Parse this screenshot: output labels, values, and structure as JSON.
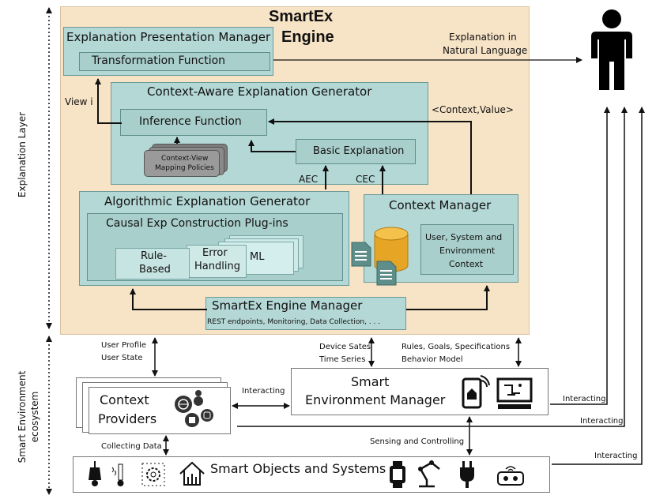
{
  "engine": {
    "title_line1": "SmartEx",
    "title_line2": "Engine"
  },
  "presentation_manager": {
    "title": "Explanation Presentation Manager",
    "transformation": "Transformation Function"
  },
  "explanation_generator": {
    "title": "Context-Aware Explanation Generator",
    "inference": "Inference Function",
    "policies_line1": "Context-View",
    "policies_line2": "Mapping Policies",
    "basic": "Basic Explanation"
  },
  "algorithmic_generator": {
    "title": "Algorithmic Explanation Generator",
    "causal": "Causal Exp Construction Plug-ins",
    "rule_line1": "Rule-",
    "rule_line2": "Based",
    "error_line1": "Error",
    "error_line2": "Handling",
    "ml": "ML"
  },
  "context_manager": {
    "title": "Context Manager",
    "ctx_line1": "User,  System and",
    "ctx_line2": "Environment",
    "ctx_line3": "Context"
  },
  "engine_manager": {
    "title": "SmartEx Engine Manager",
    "subtitle": "REST endpoints, Monitoring, Data Collection, . . ."
  },
  "labels": {
    "explanation_layer": "Explanation Layer",
    "ecosystem_line1": "Smart Environment",
    "ecosystem_line2": "ecosystem",
    "view_i": "View i",
    "aec": "AEC",
    "cec": "CEC",
    "context_value": "<Context,Value>",
    "explanation_nl_line1": "Explanation in",
    "explanation_nl_line2": "Natural Language",
    "user_profile": "User Profile",
    "user_state": "User State",
    "device_states": "Device Sates",
    "time_series": "Time Series",
    "rules_goals": "Rules, Goals, Specifications",
    "behavior_model": "Behavior Model",
    "interacting": "Interacting",
    "collecting_data": "Collecting Data",
    "sensing_controlling": "Sensing and Controlling"
  },
  "context_providers": {
    "line1": "Context",
    "line2": "Providers"
  },
  "environment_manager": {
    "line1": "Smart",
    "line2": "Environment Manager"
  },
  "smart_objects": {
    "title": "Smart Objects and Systems"
  },
  "colors": {
    "engine_bg": "#f7e3c6",
    "box_teal": "#b4d8d6",
    "box_teal_dark": "#a9cfcc"
  }
}
